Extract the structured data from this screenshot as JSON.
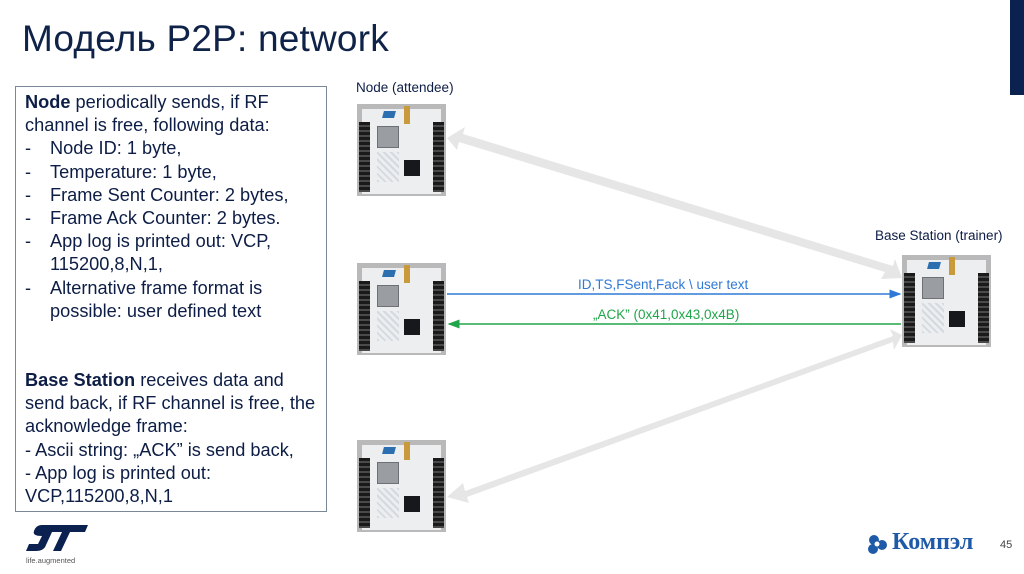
{
  "slide": {
    "title": "Модель P2P: network",
    "page_number": "45"
  },
  "info_box": {
    "node_heading": "Node",
    "node_intro": " periodically sends, if RF channel is free, following data:",
    "node_items": [
      {
        "dash": "-",
        "text": "Node ID: 1 byte,"
      },
      {
        "dash": "-",
        "text": "Temperature: 1 byte,"
      },
      {
        "dash": "-",
        "text": "Frame Sent Counter: 2 bytes,"
      },
      {
        "dash": "-",
        "text": "Frame Ack Counter: 2 bytes."
      },
      {
        "dash": "-",
        "text": "App log is printed out: VCP, 115200,8,N,1,"
      },
      {
        "dash": "-",
        "text": "Alternative frame format is possible: user defined text"
      }
    ],
    "base_heading": "Base Station",
    "base_intro": " receives data and send back, if RF channel is free, the acknowledge frame:",
    "base_lines": [
      "- Ascii string: „ACK” is send back,",
      "- App log is printed out:",
      "VCP,115200,8,N,1"
    ]
  },
  "diagram": {
    "node_label": "Node (attendee)",
    "base_label": "Base Station (trainer)",
    "uplink_message": "ID,TS,FSent,Fack \\ user text",
    "downlink_message": "„ACK” (0x41,0x43,0x4B)",
    "colors": {
      "uplink": "#2f7ad6",
      "downlink": "#20a64a",
      "link_arrow": "#e6e6e6",
      "title": "#0f2248",
      "accent_bar": "#0b2150"
    }
  },
  "footer": {
    "st_tagline": "life.augmented",
    "partner_logo_text": "Компэл"
  }
}
